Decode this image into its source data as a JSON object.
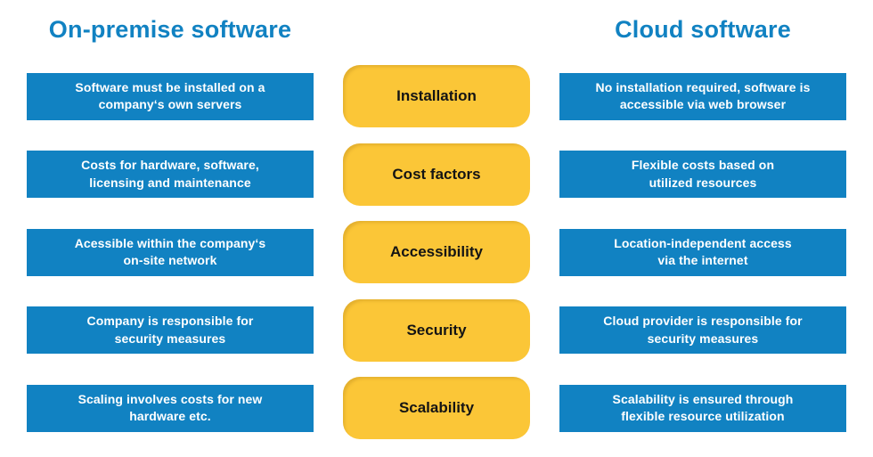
{
  "colors": {
    "box_blue": "#1182C2",
    "box_yellow": "#FBC637",
    "header_text": "#1182C2",
    "blue_box_text": "#ffffff",
    "yellow_box_text": "#141414",
    "background": "#ffffff"
  },
  "headers": {
    "left": "On-premise software",
    "right": "Cloud software"
  },
  "rows": [
    {
      "label": "Installation",
      "left": {
        "line1": "Software must be installed on a",
        "line2": "company‘s own servers"
      },
      "right": {
        "line1": "No installation required, software is",
        "line2": "accessible via web browser"
      }
    },
    {
      "label": "Cost factors",
      "left": {
        "line1": "Costs for hardware, software,",
        "line2": "licensing and maintenance"
      },
      "right": {
        "line1": "Flexible costs based on",
        "line2": "utilized resources"
      }
    },
    {
      "label": "Accessibility",
      "left": {
        "line1": "Acessible within the company‘s",
        "line2": "on-site network"
      },
      "right": {
        "line1": "Location-independent access",
        "line2": "via the internet"
      }
    },
    {
      "label": "Security",
      "left": {
        "line1": "Company is responsible for",
        "line2": "security measures"
      },
      "right": {
        "line1": "Cloud provider is responsible for",
        "line2": "security measures"
      }
    },
    {
      "label": "Scalability",
      "left": {
        "line1": "Scaling involves costs for new",
        "line2": "hardware etc."
      },
      "right": {
        "line1": "Scalability is ensured through",
        "line2": "flexible resource utilization"
      }
    }
  ]
}
